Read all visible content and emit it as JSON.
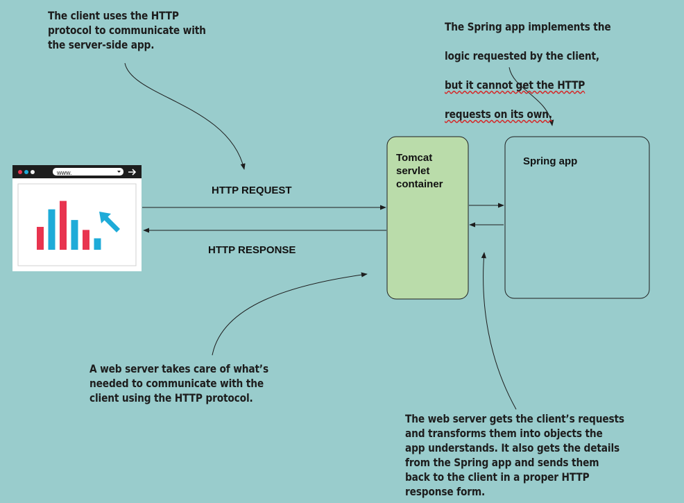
{
  "annotations": {
    "client_http": "The client uses the HTTP\nprotocol to communicate with\nthe server-side app.",
    "spring_logic_lines": [
      {
        "text": "The Spring app implements the",
        "spell_flagged": false
      },
      {
        "text": "logic requested by the client,",
        "spell_flagged": false
      },
      {
        "text": "but it cannot get the HTTP",
        "spell_flagged": true
      },
      {
        "text": "requests on its own.",
        "spell_flagged": true
      }
    ],
    "web_server_http": "A web server takes care of what’s\nneeded to communicate with the\nclient using the HTTP protocol.",
    "web_server_details": "The web server gets the client’s requests\nand transforms them into objects the\napp understands. It also gets the details\nfrom the Spring app and sends them\nback to the client in a proper HTTP\nresponse form."
  },
  "browser": {
    "address_text": "www.",
    "go_icon": "right-arrow-icon",
    "chart_bars": [
      {
        "value": 3,
        "color": "#e8344f"
      },
      {
        "value": 5.3,
        "color": "#1eabd8"
      },
      {
        "value": 6.4,
        "color": "#e8344f"
      },
      {
        "value": 3.9,
        "color": "#1eabd8"
      },
      {
        "value": 2.6,
        "color": "#e8344f"
      },
      {
        "value": 1.5,
        "color": "#1eabd8"
      }
    ],
    "cursor_icon": "pointer-arrow-icon"
  },
  "arrows": {
    "request_label": "HTTP REQUEST",
    "response_label": "HTTP RESPONSE"
  },
  "tomcat": {
    "title": "Tomcat\nservlet\ncontainer",
    "fill": "#badcaa"
  },
  "spring": {
    "title": "Spring app"
  },
  "colors": {
    "background": "#99cccc",
    "accent_red": "#e8344f",
    "accent_blue": "#1eabd8",
    "spellcheck_red": "#d42a2a"
  }
}
